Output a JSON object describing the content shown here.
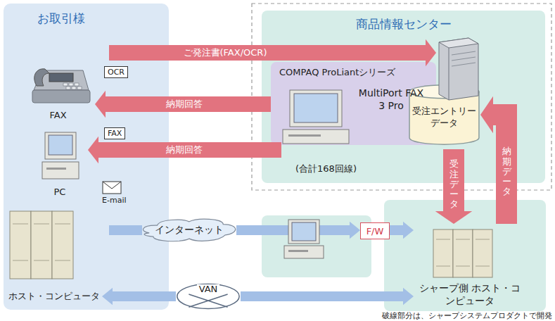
{
  "diagram": {
    "caption": "破線部分は、シャープシステムプロダクトで開発",
    "nodes": [
      {
        "text": [
          "お取引様"
        ]
      },
      {
        "text": [
          "FAX"
        ],
        "in": 0
      },
      {
        "text": [
          "PC"
        ],
        "in": 0
      },
      {
        "text": [
          "ホスト・コンピュータ"
        ],
        "in": 0
      },
      {
        "text": [
          "商品情報センター"
        ]
      },
      {
        "text": [
          "COMPAQ ProLiantシリーズ",
          "MultiPort FAX 3 Pro"
        ],
        "in": 4
      },
      {
        "text": [
          "受注エントリー データ"
        ],
        "in": 4
      },
      {
        "text": [
          "インターネット"
        ]
      },
      {
        "text": [
          "VAN"
        ]
      },
      {
        "text": [
          "F/W"
        ]
      },
      {
        "text": [
          "シャープ側 ホスト・コンピュータ"
        ]
      }
    ],
    "edges": [
      {
        "from": 0,
        "to": 4,
        "label": "ご発注書(FAX/OCR)",
        "arrow": "to"
      },
      {
        "from": 5,
        "to": 1,
        "label": "納期回答",
        "arrow": "to"
      },
      {
        "from": 4,
        "to": 2,
        "label": "納期回答",
        "arrow": "to"
      },
      {
        "from": 0,
        "to": 7,
        "arrow": "none"
      },
      {
        "from": 7,
        "to": 9,
        "arrow": "to"
      },
      {
        "from": 9,
        "to": 10,
        "arrow": "to"
      },
      {
        "from": 8,
        "to": 3,
        "arrow": "to"
      },
      {
        "from": 8,
        "to": 10,
        "arrow": "to"
      },
      {
        "from": 4,
        "to": 10,
        "label": "受注データ",
        "arrow": "to"
      },
      {
        "from": 10,
        "to": 6,
        "label": "納期データ",
        "arrow": "to"
      }
    ],
    "labels": [
      "OCR",
      "FAX",
      "E-mail",
      "(合計168回線)"
    ]
  }
}
